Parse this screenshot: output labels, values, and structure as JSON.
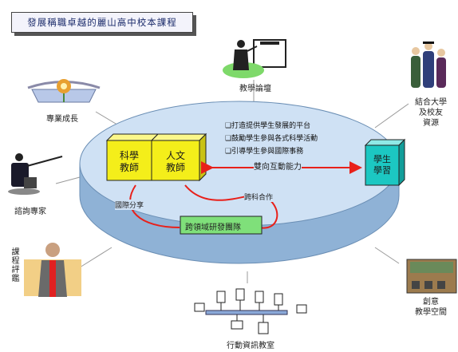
{
  "title": "發展稱職卓越的麗山高中校本課程",
  "outer": {
    "teaching_practice": "教學論壇",
    "university_resources": [
      "結合大學",
      "及校友",
      "資源"
    ],
    "professional_growth": "專業成長",
    "visiting_experts": "諮詢專家",
    "curriculum_evaluation": "課程評鑑",
    "innovative_classroom": [
      "創意",
      "教學空間"
    ],
    "mobile_network": "行動資訊教室"
  },
  "platform": {
    "bullets": [
      "打造提供學生發展的平台",
      "鼓勵學生參與各式科學活動",
      "引導學生參與國際事務"
    ],
    "science_teacher": [
      "科學",
      "教師"
    ],
    "humanities_teacher": [
      "人文",
      "教師"
    ],
    "student_learning": [
      "學生",
      "學習"
    ],
    "arrow_label": "雙向互動能力",
    "link_left": "國際分享",
    "link_right": "跨科合作",
    "research_team": "跨領域研發團隊"
  },
  "colors": {
    "platform_top": "#cfe1f4",
    "platform_side": "#8fb2d6",
    "teacher_box": "#f4ee1a",
    "student_box": "#1cc7c2",
    "research_box": "#7fe07a",
    "arrows": "#e8201a"
  }
}
